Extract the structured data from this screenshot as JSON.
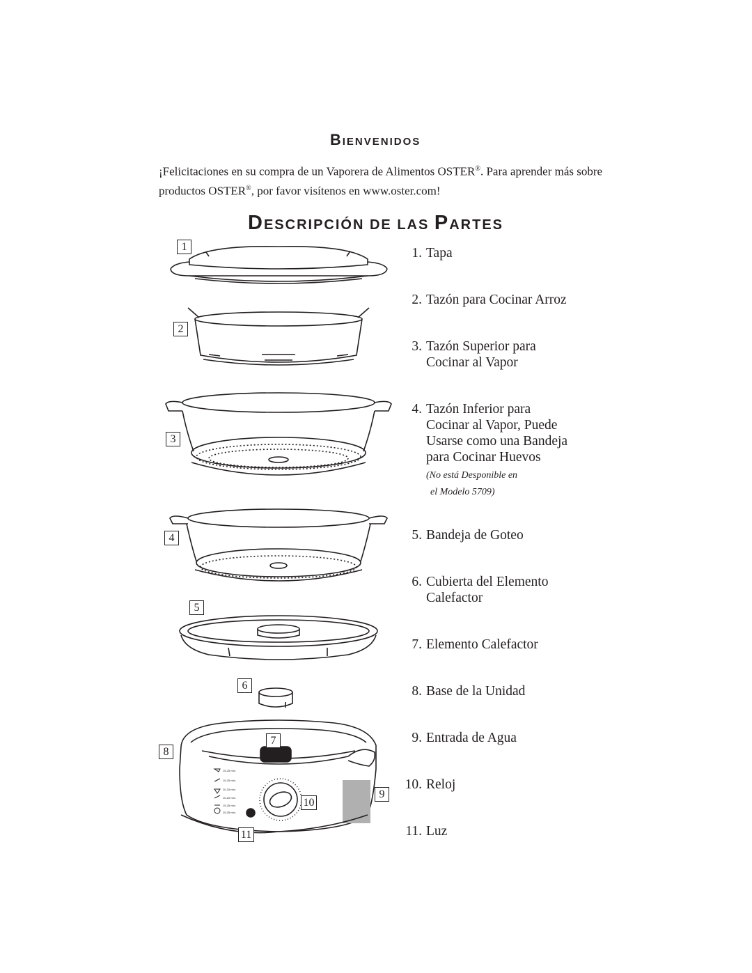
{
  "welcome": {
    "heading_initial": "B",
    "heading_rest": "IENVENIDOS",
    "text_part1": "¡Felicitaciones en su compra de un Vaporera de Alimentos OSTER",
    "reg1": "®",
    "text_part2": ". Para aprender más sobre productos OSTER",
    "reg2": "®",
    "text_part3": ", por favor visítenos en www.oster.com!"
  },
  "parts_heading": {
    "w1_initial": "D",
    "w1_rest": "ESCRIPCIÓN",
    "w2": "DE LAS",
    "w3_initial": "P",
    "w3_rest": "ARTES"
  },
  "parts": [
    {
      "number": "1.",
      "name": "Tapa"
    },
    {
      "number": "2.",
      "name": "Tazón para Cocinar Arroz"
    },
    {
      "number": "3.",
      "name": "Tazón Superior para",
      "name_line2": "Cocinar al Vapor"
    },
    {
      "number": "4.",
      "name": "Tazón Inferior para",
      "name_line2": "Cocinar al Vapor, Puede",
      "name_line3": "Usarse como una Bandeja",
      "name_line4": "para Cocinar Huevos",
      "note_line1": "(No está Desponible en",
      "note_line2": "el Modelo 5709)"
    },
    {
      "number": "5.",
      "name": "Bandeja de Goteo"
    },
    {
      "number": "6.",
      "name": "Cubierta del Elemento",
      "name_line2": "Calefactor"
    },
    {
      "number": "7.",
      "name": "Elemento Calefactor"
    },
    {
      "number": "8.",
      "name": "Base de la Unidad"
    },
    {
      "number": "9.",
      "name": "Entrada de Agua"
    },
    {
      "number": "10.",
      "name": "Reloj"
    },
    {
      "number": "11.",
      "name": "Luz"
    }
  ],
  "callouts": [
    "1",
    "2",
    "3",
    "4",
    "5",
    "6",
    "7",
    "8",
    "9",
    "10",
    "11"
  ],
  "base_timer_legend": [
    "15-25 min.",
    "15-25 min.",
    "20-15 min.",
    "10-20 min.",
    "15-25 min.",
    "25-35 min."
  ]
}
